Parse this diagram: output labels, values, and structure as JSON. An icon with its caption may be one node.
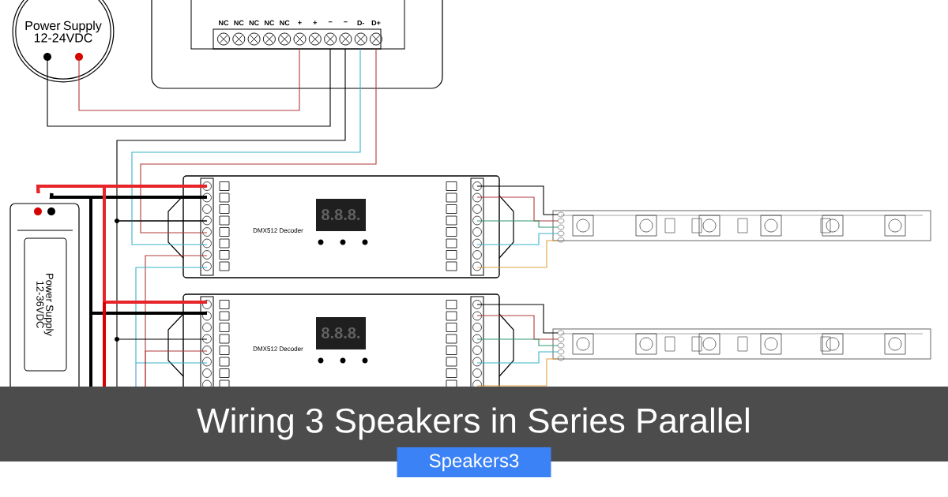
{
  "diagram": {
    "title": "Wiring 3 Speakers in Series Parallel",
    "nodes": [
      {
        "text": [
          "Power Supply 12-24VDC"
        ]
      },
      {
        "text": [],
        "shape": "box"
      },
      {
        "text": [
          "DMX512 Decoder",
          "8.8.8."
        ]
      },
      {
        "text": [
          "DMX512 Decoder",
          "8.8.8."
        ]
      },
      {
        "text": [
          "Power Supply 12-36VDC"
        ]
      },
      {
        "text": [],
        "shape": "bar"
      },
      {
        "text": [],
        "shape": "bar"
      }
    ],
    "edges": [
      {
        "from": 0,
        "to": 1,
        "arrow": "none",
        "color": "#b03a3a"
      },
      {
        "from": 0,
        "to": 1,
        "arrow": "none"
      },
      {
        "from": 1,
        "to": 2,
        "arrow": "none"
      },
      {
        "from": 1,
        "to": 2,
        "arrow": "none",
        "color": "#39b3cc"
      },
      {
        "from": 1,
        "to": 2,
        "arrow": "none",
        "color": "#b03a3a"
      },
      {
        "from": 2,
        "to": 3,
        "arrow": "none",
        "color": "#b03a3a"
      },
      {
        "from": 2,
        "to": 3,
        "arrow": "none",
        "color": "#39b3cc"
      },
      {
        "from": 2,
        "to": 3,
        "arrow": "none"
      },
      {
        "from": 4,
        "to": 2,
        "arrow": "none",
        "style": "thick",
        "color": "#e8242b"
      },
      {
        "from": 4,
        "to": 2,
        "arrow": "none",
        "style": "thick"
      },
      {
        "from": 4,
        "to": 3,
        "arrow": "none",
        "style": "thick",
        "color": "#e8242b"
      },
      {
        "from": 4,
        "to": 3,
        "arrow": "none",
        "style": "thick"
      },
      {
        "from": 2,
        "to": 5,
        "arrow": "none"
      },
      {
        "from": 2,
        "to": 5,
        "arrow": "none",
        "color": "#b03a3a"
      },
      {
        "from": 2,
        "to": 5,
        "arrow": "none",
        "color": "#2e9a6e"
      },
      {
        "from": 2,
        "to": 5,
        "arrow": "none",
        "color": "#39b3cc"
      },
      {
        "from": 2,
        "to": 5,
        "arrow": "none",
        "color": "#e0a040"
      },
      {
        "from": 3,
        "to": 6,
        "arrow": "none"
      },
      {
        "from": 3,
        "to": 6,
        "arrow": "none",
        "color": "#b03a3a"
      },
      {
        "from": 3,
        "to": 6,
        "arrow": "none",
        "color": "#2e9a6e"
      },
      {
        "from": 3,
        "to": 6,
        "arrow": "none",
        "color": "#39b3cc"
      },
      {
        "from": 3,
        "to": 6,
        "arrow": "none",
        "color": "#e0a040"
      }
    ],
    "labels": [
      "NC",
      "NC",
      "NC",
      "NC",
      "NC",
      "+",
      "+",
      "−",
      "−",
      "D-",
      "D+",
      "Speakers3"
    ]
  }
}
